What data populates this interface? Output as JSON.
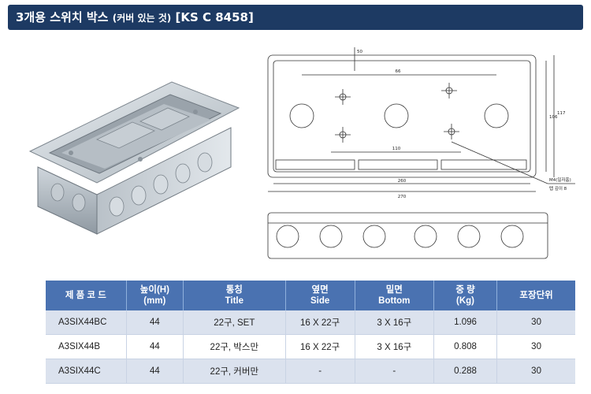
{
  "title": {
    "main": "3개용 스위치 박스",
    "sub": "(커버 있는 것)",
    "standard": "[KS C 8458]"
  },
  "drawing": {
    "dims": [
      "66",
      "110",
      "260",
      "270",
      "106",
      "117",
      "50"
    ],
    "label_hole": "M4(일자홈)",
    "label_depth": "탭 깊이 8"
  },
  "table": {
    "headers": [
      {
        "line1": "제 품 코 드",
        "line2": ""
      },
      {
        "line1": "높이(H)",
        "line2": "(mm)"
      },
      {
        "line1": "통칭",
        "line2": "Title"
      },
      {
        "line1": "옆면",
        "line2": "Side"
      },
      {
        "line1": "밑면",
        "line2": "Bottom"
      },
      {
        "line1": "중 량",
        "line2": "(Kg)"
      },
      {
        "line1": "포장단위",
        "line2": ""
      }
    ],
    "rows": [
      [
        "A3SIX44BC",
        "44",
        "22구, SET",
        "16 X 22구",
        "3 X 16구",
        "1.096",
        "30"
      ],
      [
        "A3SIX44B",
        "44",
        "22구, 박스만",
        "16 X 22구",
        "3 X 16구",
        "0.808",
        "30"
      ],
      [
        "A3SIX44C",
        "44",
        "22구, 커버만",
        "-",
        "-",
        "0.288",
        "30"
      ]
    ]
  }
}
